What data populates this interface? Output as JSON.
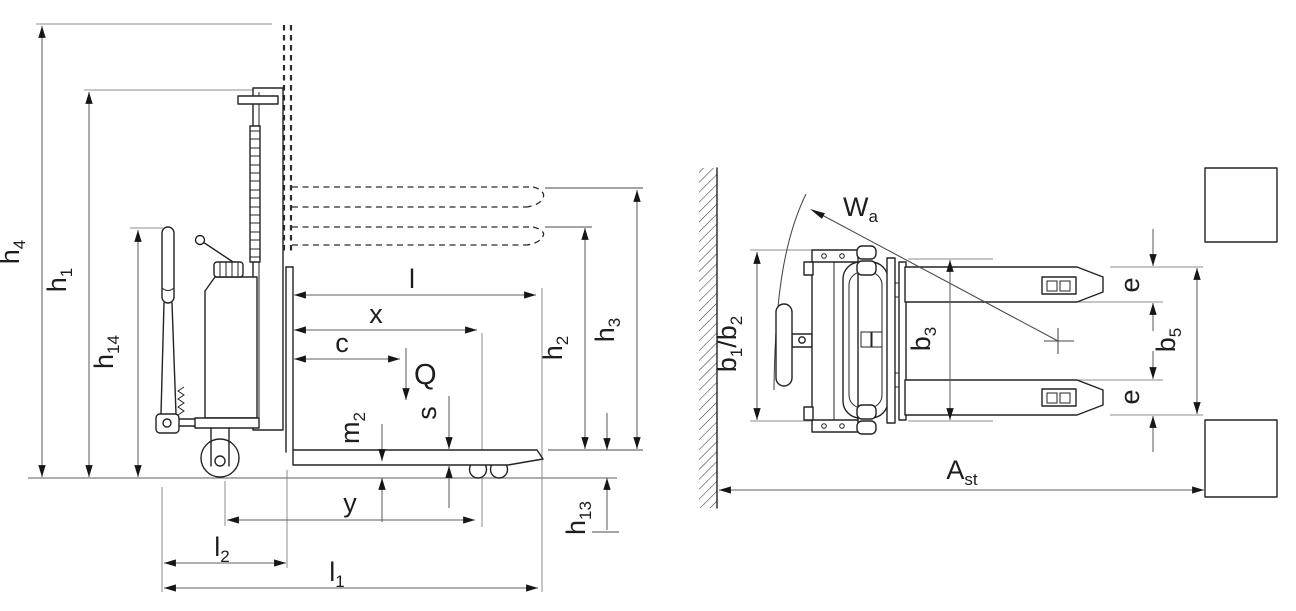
{
  "page": {
    "background": "#ffffff",
    "description": "technical dimension drawing of a manual pallet stacker, side view and top view in working aisle"
  },
  "colors": {
    "object_line": "#232323",
    "dimension_line": "#5f5f5f",
    "extension_line": "#8c8c8c",
    "arrow": "#161616",
    "text": "#1d1d1d",
    "background": "#ffffff"
  },
  "side_view": {
    "name": "stacker side view",
    "labels": {
      "h4": {
        "main": "h",
        "sub": "4"
      },
      "h1": {
        "main": "h",
        "sub": "1"
      },
      "h14": {
        "main": "h",
        "sub": "14"
      },
      "h2": {
        "main": "h",
        "sub": "2"
      },
      "h3": {
        "main": "h",
        "sub": "3"
      },
      "h13": {
        "main": "h",
        "sub": "13"
      },
      "l": {
        "main": "l"
      },
      "x": {
        "main": "x"
      },
      "c": {
        "main": "c"
      },
      "q": {
        "main": "Q"
      },
      "m2": {
        "main": "m",
        "sub": "2"
      },
      "s": {
        "main": "s"
      },
      "y": {
        "main": "y"
      },
      "l2": {
        "main": "l",
        "sub": "2"
      },
      "l1": {
        "main": "l",
        "sub": "1"
      }
    }
  },
  "top_view": {
    "name": "stacker top view in working aisle",
    "labels": {
      "wa": {
        "main": "W",
        "sub": "a"
      },
      "b1b2": {
        "part1": "b",
        "sub1": "1",
        "part2": "/b",
        "sub2": "2"
      },
      "b3": {
        "main": "b",
        "sub": "3"
      },
      "b5": {
        "main": "b",
        "sub": "5"
      },
      "e_upper": {
        "main": "e"
      },
      "e_lower": {
        "main": "e"
      },
      "ast": {
        "main": "A",
        "sub": "st"
      }
    }
  }
}
